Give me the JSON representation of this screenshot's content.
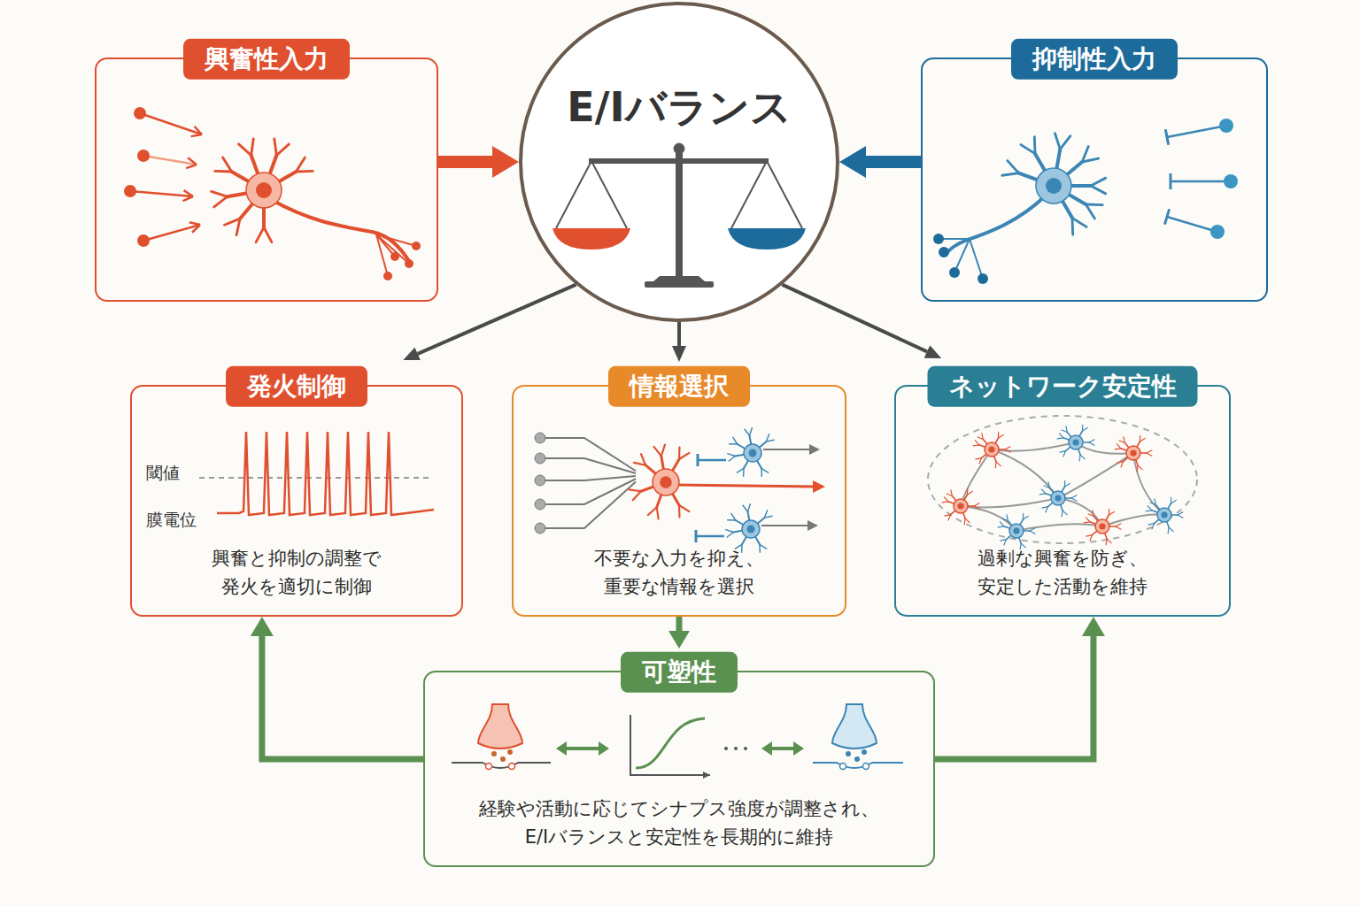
{
  "diagram": {
    "nodes": [
      {
        "text": [
          "興奮性入力"
        ]
      },
      {
        "text": [
          "E/Iバランス"
        ]
      },
      {
        "text": [
          "抑制性入力"
        ]
      },
      {
        "text": [
          "発火制御",
          "興奮と抑制の調整で 発火を適切に制御"
        ]
      },
      {
        "text": [
          "情報選択",
          "不要な入力を抑え、 重要な情報を選択"
        ]
      },
      {
        "text": [
          "ネットワーク安定性",
          "過剰な興奮を防ぎ、 安定した活動を維持"
        ]
      },
      {
        "text": [
          "可塑性",
          "経験や活動に応じてシナプス強度が調整され、 E/Iバランスと安定性を長期的に維持"
        ]
      }
    ],
    "edges": [
      {
        "from": 0,
        "to": 1,
        "arrow": "to"
      },
      {
        "from": 2,
        "to": 1,
        "arrow": "to"
      },
      {
        "from": 1,
        "to": 3,
        "arrow": "to"
      },
      {
        "from": 1,
        "to": 4,
        "arrow": "to"
      },
      {
        "from": 1,
        "to": 5,
        "arrow": "to"
      },
      {
        "from": 4,
        "to": 6,
        "arrow": "to"
      },
      {
        "from": 6,
        "to": 3,
        "arrow": "to"
      },
      {
        "from": 6,
        "to": 5,
        "arrow": "to"
      }
    ],
    "labels": [
      "閾値",
      "膜電位"
    ]
  }
}
